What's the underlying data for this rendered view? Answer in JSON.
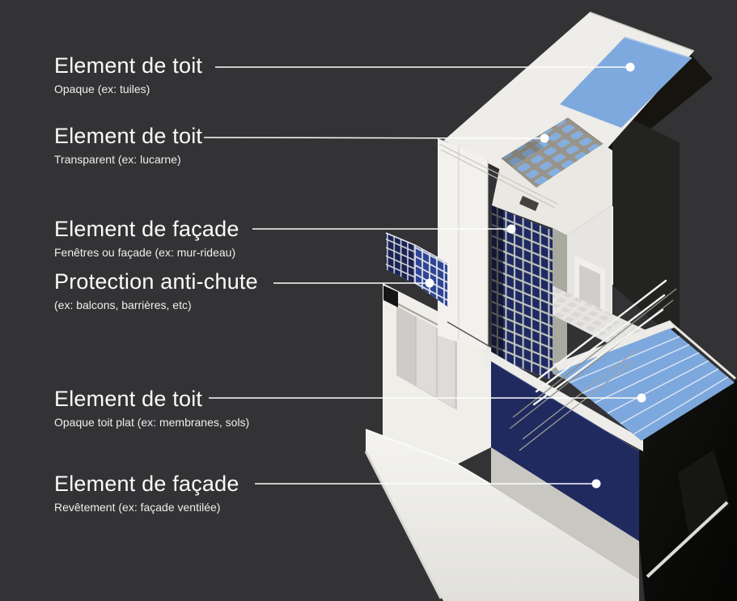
{
  "figure": {
    "description_labels": [
      {
        "title": "Element de toit",
        "subtitle": "Opaque (ex:  tuiles)"
      },
      {
        "title": "Element de toit",
        "subtitle": "Transparent (ex: lucarne)"
      },
      {
        "title": "Element de façade",
        "subtitle": "Fenêtres ou façade (ex: mur-rideau)"
      },
      {
        "title": "Protection anti-chute",
        "subtitle": "(ex: balcons, barrières, etc)"
      },
      {
        "title": "Element de toit",
        "subtitle": "Opaque toit plat (ex: membranes, sols)"
      },
      {
        "title": "Element de façade",
        "subtitle": "Revêtement (ex: façade ventilée)"
      }
    ],
    "colors": {
      "background": "#333234",
      "callout_line": "#fdfdfd",
      "roof_tile_blue": "#7ea9de",
      "skylight_blue": "#85aede",
      "skylight_frame_taupe": "#99948a",
      "curtain_wall_navy": "#1f2a63",
      "curtain_mullion_gray": "#c2c4ba",
      "balustrade_navy_dark": "#1a2354",
      "balustrade_navy_light": "#2e4596",
      "flat_roof_blue": "#7da8dd",
      "cladding_navy": "#202a5e",
      "building_white": "#f0efec",
      "dark_underside": "#16140f",
      "end_wall_black": "#0c0b0a"
    }
  }
}
